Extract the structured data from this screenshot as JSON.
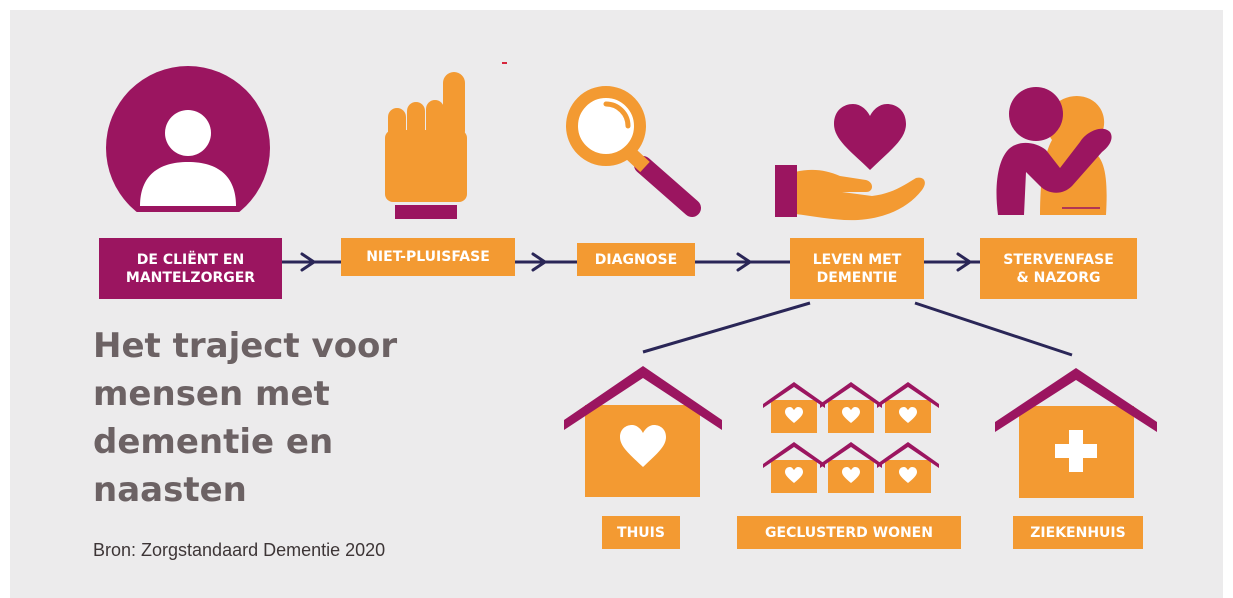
{
  "colors": {
    "background": "#ecebec",
    "purple": "#9b1560",
    "orange": "#f39a32",
    "navy": "#2a2657",
    "title_text": "#6c6264"
  },
  "title": "Het traject voor\nmensen met\ndementie en\nnaasten",
  "source": "Bron: Zorgstandaard Dementie 2020",
  "stages": [
    {
      "label": "DE CLIËNT EN\nMANTELZORGER",
      "icon": "person-icon"
    },
    {
      "label": "NIET-PLUISFASE",
      "icon": "pointing-hand-icon"
    },
    {
      "label": "DIAGNOSE",
      "icon": "magnifier-icon"
    },
    {
      "label": "LEVEN MET\nDEMENTIE",
      "icon": "heart-in-hand-icon"
    },
    {
      "label": "STERVENFASE\n& NAZORG",
      "icon": "embrace-icon"
    }
  ],
  "living": [
    {
      "label": "THUIS",
      "icon": "house-heart-icon"
    },
    {
      "label": "GECLUSTERD WONEN",
      "icon": "clustered-houses-icon"
    },
    {
      "label": "ZIEKENHUIS",
      "icon": "hospital-icon"
    }
  ]
}
